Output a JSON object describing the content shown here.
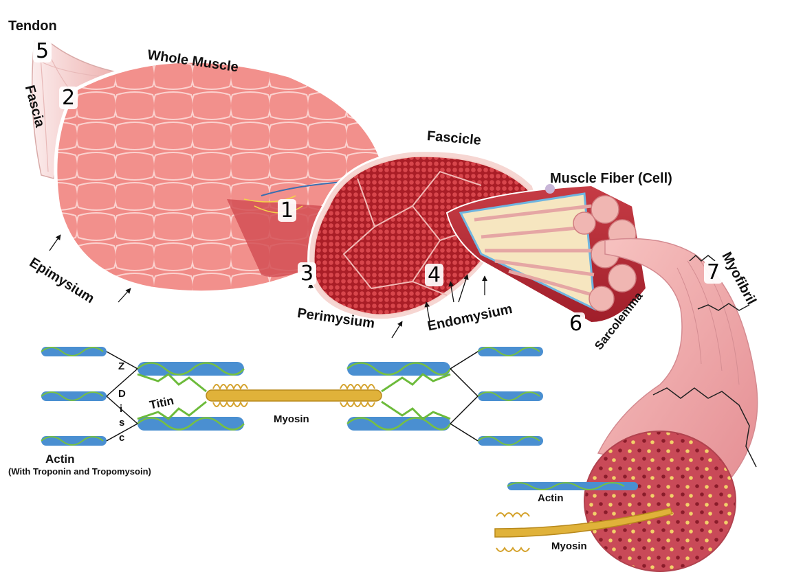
{
  "labels": {
    "tendon": "Tendon",
    "whole_muscle": "Whole Muscle",
    "fascia": "Fascia",
    "epimysium": "Epimysium",
    "fascicle": "Fascicle",
    "muscle_fiber": "Muscle Fiber (Cell)",
    "perimysium": "Perimysium",
    "endomysium": "Endomysium",
    "sarcolemma": "Sarcolemma",
    "myofibril": "Myofibril",
    "titin": "Titin",
    "myosin_sarcomere": "Myosin",
    "actin_main": "Actin",
    "actin_note": "(With Troponin and Tropomysoin)",
    "z_disc_letters": [
      "Z",
      "D",
      "i",
      "s",
      "c"
    ],
    "actin_myofibril": "Actin",
    "myosin_myofibril": "Myosin"
  },
  "numbers": [
    "1",
    "2",
    "3",
    "4",
    "5",
    "6",
    "7"
  ],
  "colors": {
    "muscle_light": "#f08a86",
    "muscle_dark": "#c6343a",
    "fascicle_red": "#b8262e",
    "fiber_cream": "#f6e6c0",
    "myofibril_pink": "#f2aeae",
    "actin_blue": "#4a8fd1",
    "myosin_gold": "#e0b23a",
    "titin_green": "#7cc04a",
    "tendon_white": "#f6dfe0"
  }
}
